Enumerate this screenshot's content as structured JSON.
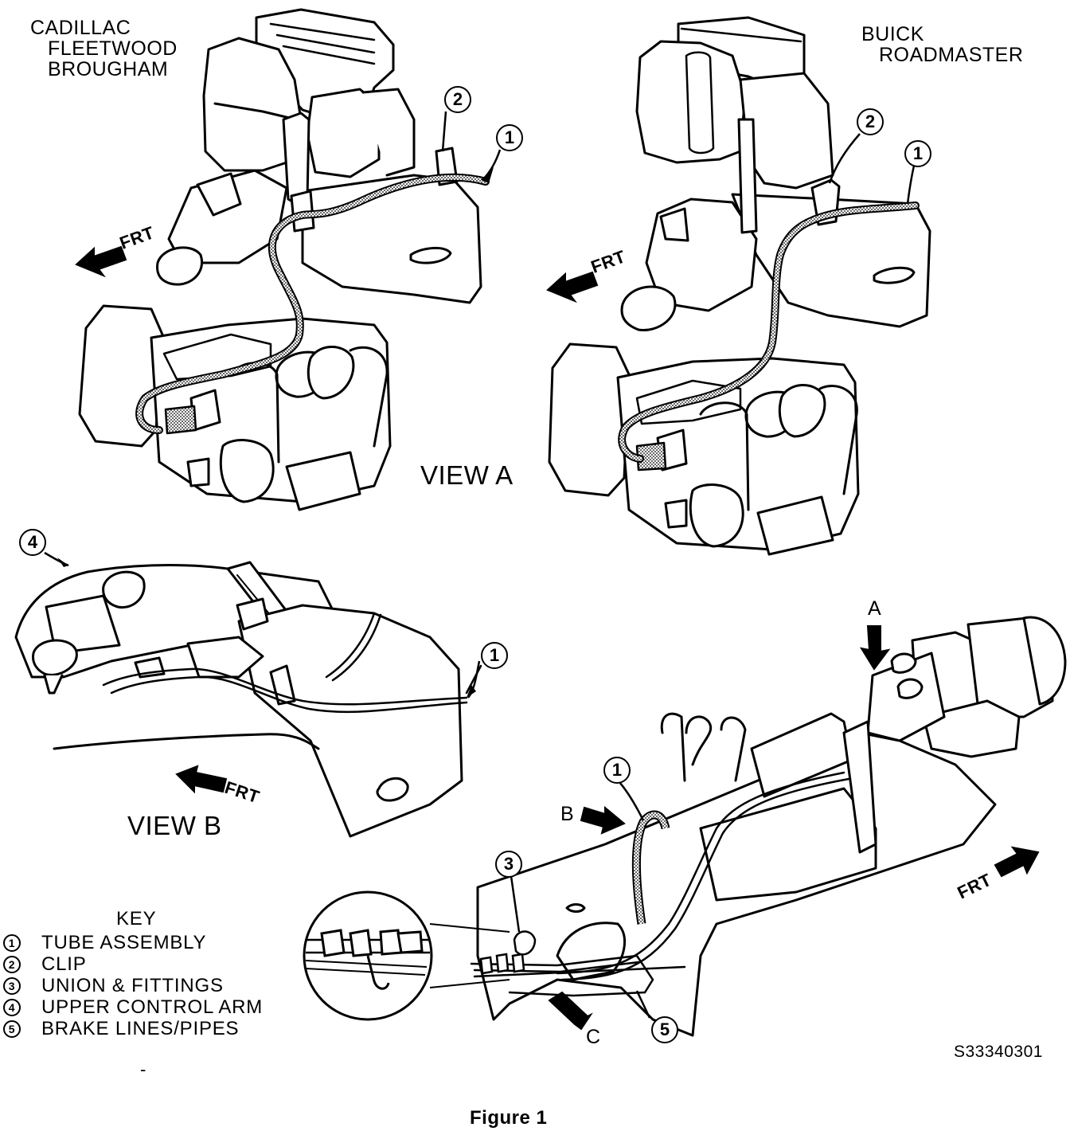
{
  "titles": {
    "left_line1": "CADILLAC",
    "left_line2": "FLEETWOOD",
    "left_line3": "BROUGHAM",
    "right_line1": "BUICK",
    "right_line2": "ROADMASTER"
  },
  "views": {
    "a": "VIEW A",
    "b": "VIEW B"
  },
  "direction": "FRT",
  "arrows": {
    "a": "A",
    "b": "B",
    "c": "C"
  },
  "callouts": {
    "n1": "1",
    "n2": "2",
    "n3": "3",
    "n4": "4",
    "n5": "5"
  },
  "key": {
    "title": "KEY",
    "items": [
      {
        "num": "1",
        "label": "TUBE ASSEMBLY"
      },
      {
        "num": "2",
        "label": "CLIP"
      },
      {
        "num": "3",
        "label": "UNION & FITTINGS"
      },
      {
        "num": "4",
        "label": "UPPER CONTROL ARM"
      },
      {
        "num": "5",
        "label": "BRAKE LINES/PIPES"
      }
    ]
  },
  "code": "S33340301",
  "caption": "Figure 1",
  "stray_mark": "-"
}
